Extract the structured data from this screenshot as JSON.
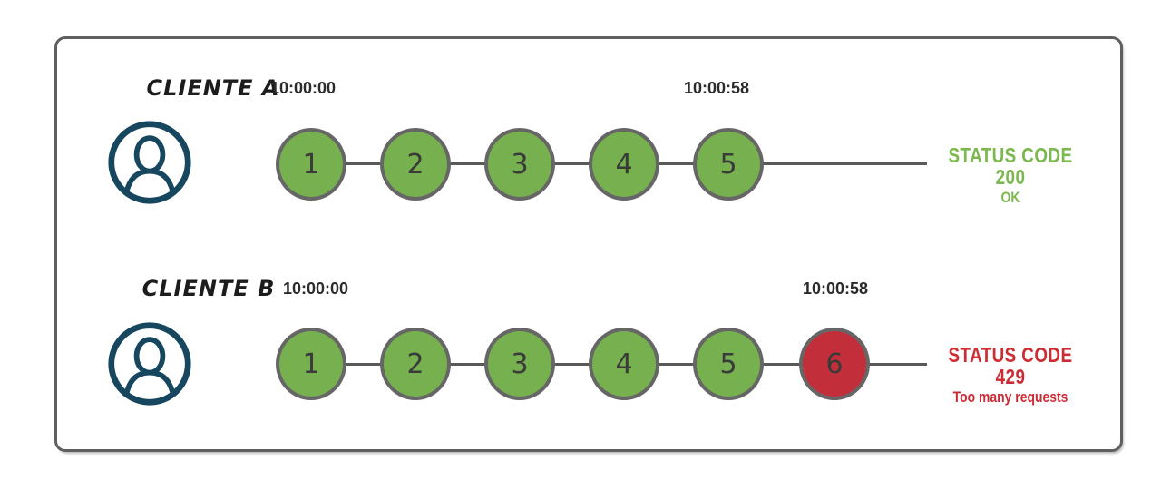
{
  "rows": [
    {
      "client": "CLIENTE A",
      "start_time": "10:00:00",
      "end_time": "10:00:58",
      "requests": [
        "1",
        "2",
        "3",
        "4",
        "5"
      ],
      "request_states": [
        "ok",
        "ok",
        "ok",
        "ok",
        "ok"
      ],
      "status_line1": "STATUS CODE 200",
      "status_line2": "OK",
      "status_color": "#7cb84e"
    },
    {
      "client": "CLIENTE B",
      "start_time": "10:00:00",
      "end_time": "10:00:58",
      "requests": [
        "1",
        "2",
        "3",
        "4",
        "5",
        "6"
      ],
      "request_states": [
        "ok",
        "ok",
        "ok",
        "ok",
        "ok",
        "blocked"
      ],
      "status_line1": "STATUS CODE 429",
      "status_line2": "Too many requests",
      "status_color": "#ce2c34"
    }
  ],
  "colors": {
    "ok_fill": "#77b04f",
    "blocked_fill": "#c22f3a",
    "circle_border": "#666666",
    "connector_line": "#595959",
    "avatar": "#17465f",
    "time_text": "#2b2b2b",
    "client_text": "#1c1c1c",
    "frame_border": "#5f5f5f"
  }
}
